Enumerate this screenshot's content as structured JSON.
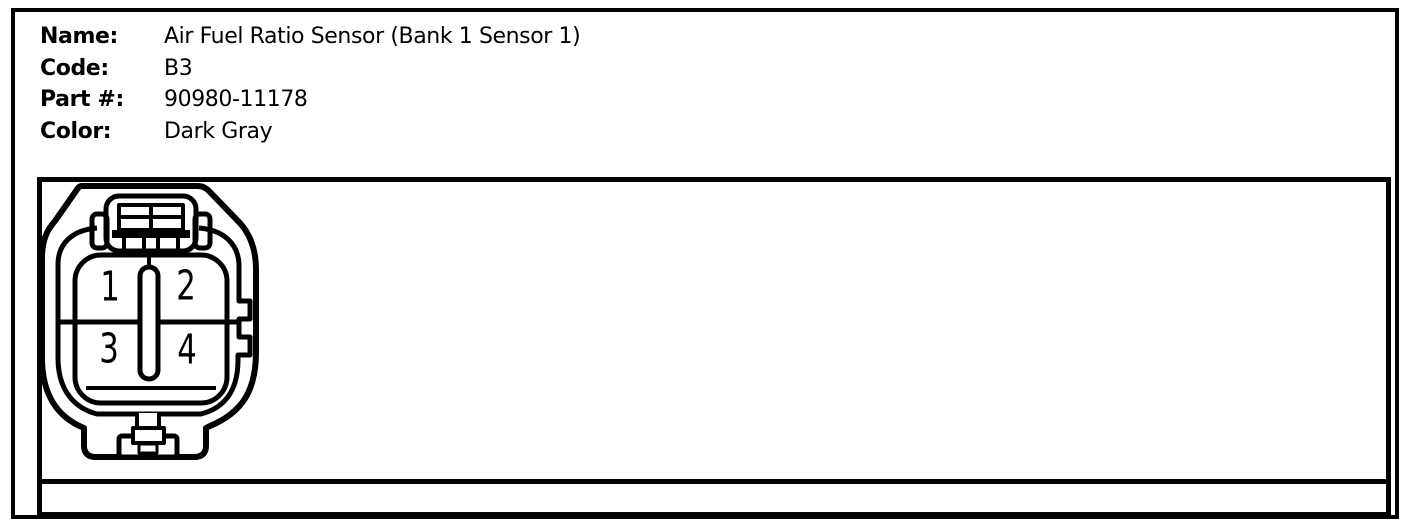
{
  "info": {
    "rows": [
      {
        "label": "Name:",
        "value": "Air Fuel Ratio Sensor (Bank 1 Sensor 1)"
      },
      {
        "label": "Code:",
        "value": "B3"
      },
      {
        "label": "Part #:",
        "value": "90980-11178"
      },
      {
        "label": "Color:",
        "value": "Dark Gray"
      }
    ]
  },
  "connector": {
    "kind": "4-pin-connector-front-view",
    "pins": [
      {
        "number": "1"
      },
      {
        "number": "2"
      },
      {
        "number": "3"
      },
      {
        "number": "4"
      }
    ]
  },
  "notes_row": {
    "text": ""
  },
  "colors": {
    "ink": "#000000",
    "background": "#ffffff"
  }
}
